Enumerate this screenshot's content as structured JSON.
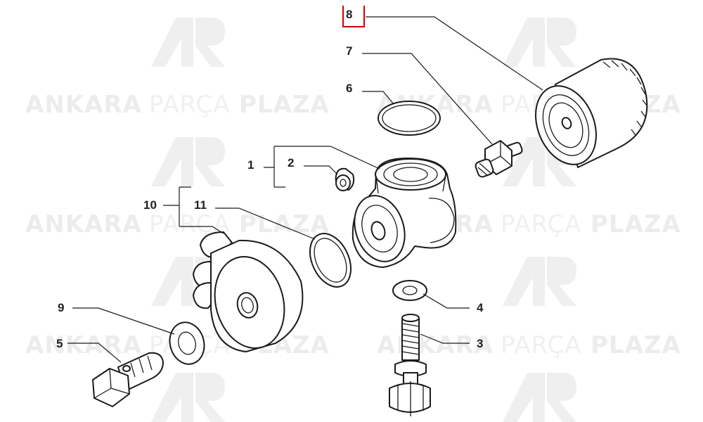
{
  "watermark": {
    "word_1": "ANKARA",
    "word_2": "PARÇA",
    "word_3": "PLAZA",
    "logo_icon": "ap-logo-icon"
  },
  "labels": [
    "1",
    "2",
    "3",
    "4",
    "5",
    "6",
    "7",
    "8",
    "9",
    "10",
    "11"
  ],
  "highlight": {
    "label": "8",
    "color": "#cc0000"
  },
  "colors": {
    "line": "#1a1a1a",
    "watermark": "#ececec"
  }
}
